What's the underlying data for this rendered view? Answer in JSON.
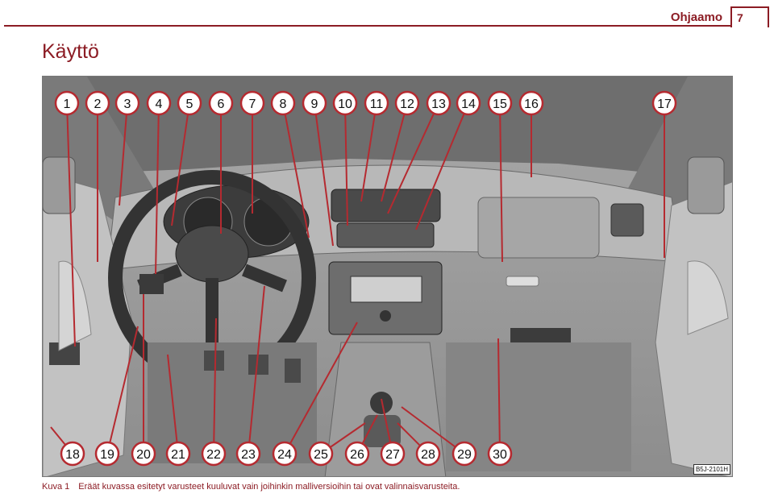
{
  "header": {
    "section": "Ohjaamo",
    "page_number": "7"
  },
  "page_title": "Käyttö",
  "figure": {
    "code": "B5J-2101H",
    "callouts_top": [
      "1",
      "2",
      "3",
      "4",
      "5",
      "6",
      "7",
      "8",
      "9",
      "10",
      "11",
      "12",
      "13",
      "14",
      "15",
      "16",
      "17"
    ],
    "callouts_bottom": [
      "18",
      "19",
      "20",
      "21",
      "22",
      "23",
      "24",
      "25",
      "26",
      "27",
      "28",
      "29",
      "30"
    ],
    "caption_label": "Kuva 1",
    "caption_text": "Eräät kuvassa esitetyt varusteet kuuluvat vain joihinkin malliversioihin tai ovat valinnaisvarusteita."
  },
  "colors": {
    "accent": "#8c1c24",
    "callout_stroke": "#b52a30"
  }
}
